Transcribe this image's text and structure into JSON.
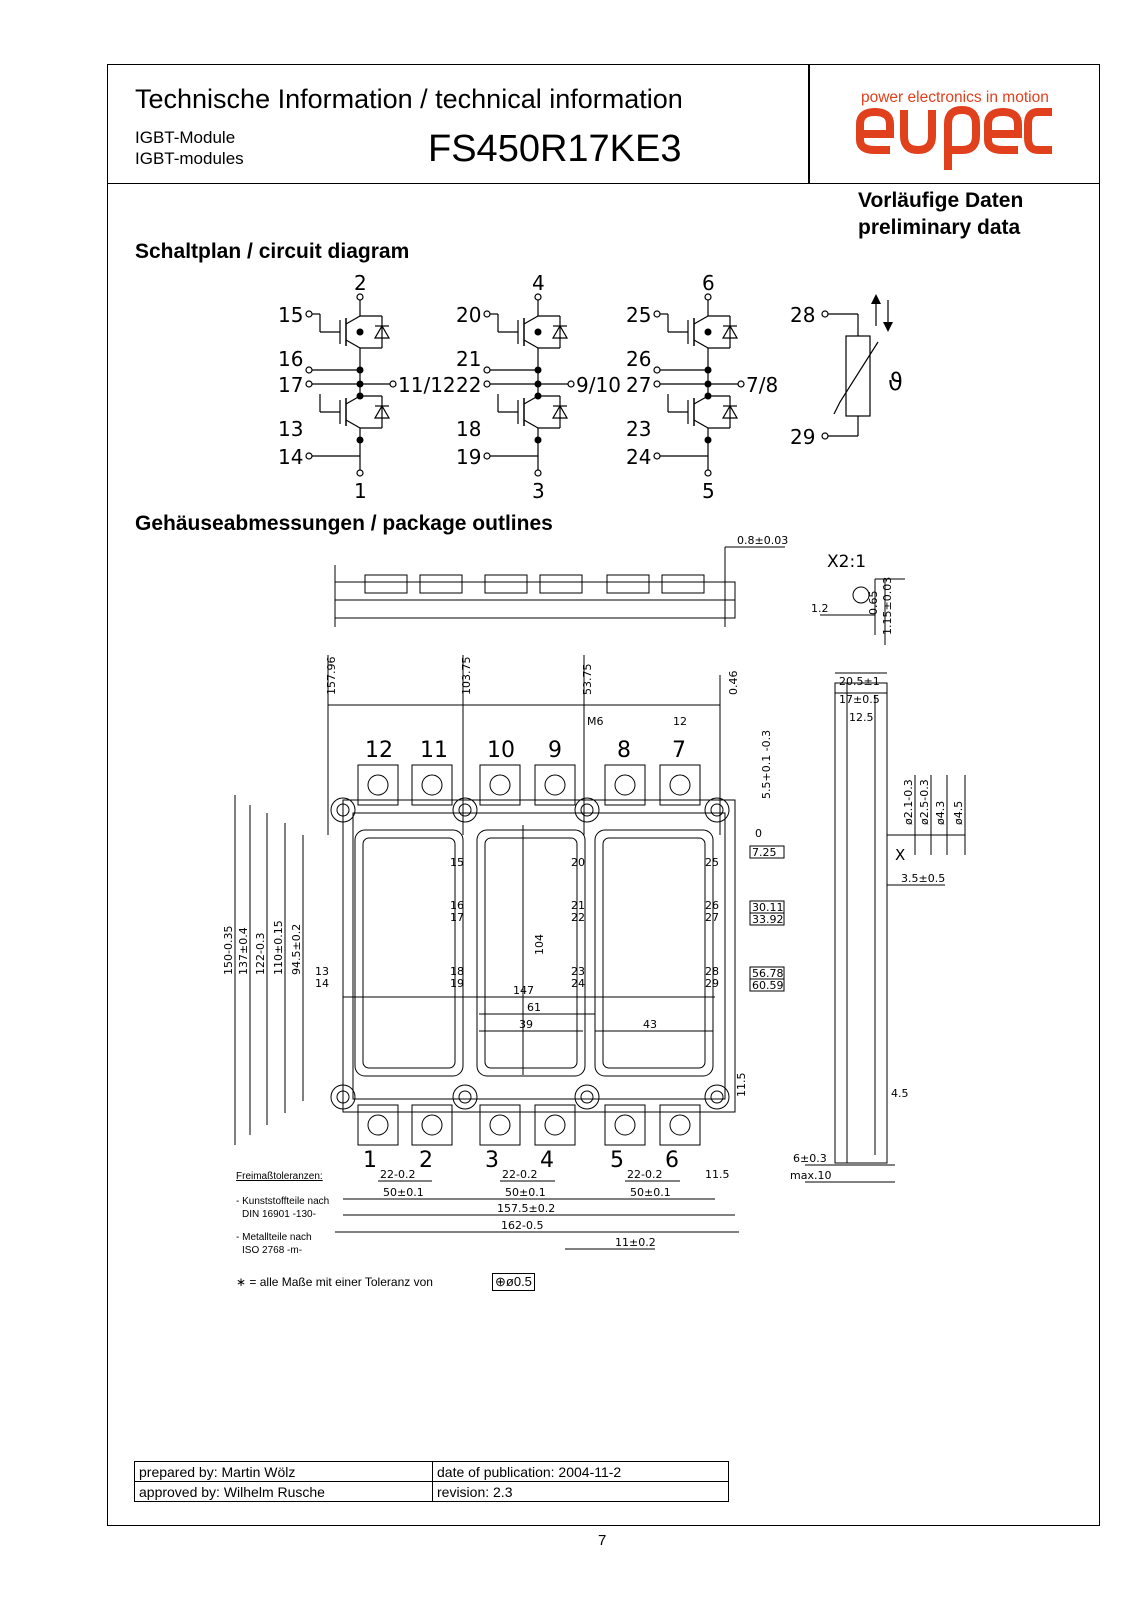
{
  "header": {
    "title": "Technische Information / technical information",
    "module_de": "IGBT-Module",
    "module_en": "IGBT-modules",
    "part_number": "FS450R17KE3",
    "brand_tagline": "power electronics in motion",
    "brand_name": "eupec",
    "brand_color": "#e0401c"
  },
  "status": {
    "line1": "Vorläufige Daten",
    "line2": "preliminary data"
  },
  "sections": {
    "circuit": "Schaltplan / circuit diagram",
    "package": "Gehäuseabmessungen / package outlines"
  },
  "circuit": {
    "phases": [
      {
        "top": "2",
        "bottom": "1",
        "out": "11/12",
        "g1": "15",
        "e1a": "16",
        "e1b": "17",
        "g2": "13",
        "e2": "14"
      },
      {
        "top": "4",
        "bottom": "3",
        "out": "9/10",
        "g1": "20",
        "e1a": "21",
        "e1b": "22",
        "g2": "18",
        "e2": "19"
      },
      {
        "top": "6",
        "bottom": "5",
        "out": "7/8",
        "g1": "25",
        "e1a": "26",
        "e1b": "27",
        "g2": "23",
        "e2": "24"
      }
    ],
    "ntc": {
      "pin_a": "28",
      "pin_b": "29",
      "symbol": "ϑ"
    }
  },
  "package": {
    "terminal_labels_top": [
      "12",
      "11",
      "10",
      "9",
      "8",
      "7"
    ],
    "terminal_labels_bottom": [
      "1",
      "2",
      "3",
      "4",
      "5",
      "6"
    ],
    "dims": {
      "thickness": "0.8±0.03",
      "detail": "X2:1",
      "d12": "1.2",
      "d065": "0.65",
      "d115": "1.15±0.03",
      "ref1": "157.96",
      "ref2": "103.75",
      "ref3": "53.75",
      "ref4": "0.46",
      "m6": "M6",
      "d12b": "12",
      "d55": "5.5+0.1 -0.3",
      "d0": "0",
      "d725": "7.25",
      "d3011": "30.11",
      "d3392": "33.92",
      "d5678": "56.78",
      "d6059": "60.59",
      "h150": "150-0.35",
      "h137": "137±0.4",
      "h122": "122-0.3",
      "h110": "110±0.15",
      "h945": "94.5±0.2",
      "v104": "104",
      "w147": "147",
      "w61": "61",
      "w39": "39",
      "w43": "43",
      "d115b": "11.5",
      "w22": "22-0.2",
      "w50": "50±0.1",
      "w1575": "157.5±0.2",
      "w162": "162-0.5",
      "w11": "11±0.2",
      "s205": "20.5±1",
      "s17": "17±0.5",
      "s125": "12.5",
      "s21": "ø2.1-0.3",
      "s25": "ø2.5-0.3",
      "s43": "ø4.3",
      "s45": "ø4.5",
      "sx": "X",
      "s35": "3.5±0.5",
      "s45b": "4.5",
      "s6": "6±0.3",
      "smax": "max.10"
    },
    "pin_numbers": [
      "15",
      "16",
      "17",
      "13",
      "14",
      "18",
      "19",
      "20",
      "21",
      "22",
      "23",
      "24",
      "25",
      "26",
      "27",
      "28",
      "29"
    ],
    "tolerance_title": "Freimaßtoleranzen:",
    "tolerance_plastic": "- Kunststoffteile nach",
    "tolerance_plastic_std": "DIN 16901 -130-",
    "tolerance_metal": "- Metallteile nach",
    "tolerance_metal_std": "ISO 2768 -m-",
    "note": "∗ = alle Maße mit einer Toleranz von",
    "note_tol": "⊕ø0.5"
  },
  "footer": {
    "prepared": "prepared by: Martin Wölz",
    "approved": "approved by: Wilhelm Rusche",
    "date": "date of publication: 2004-11-2",
    "revision": "revision: 2.3"
  },
  "page_number": "7"
}
